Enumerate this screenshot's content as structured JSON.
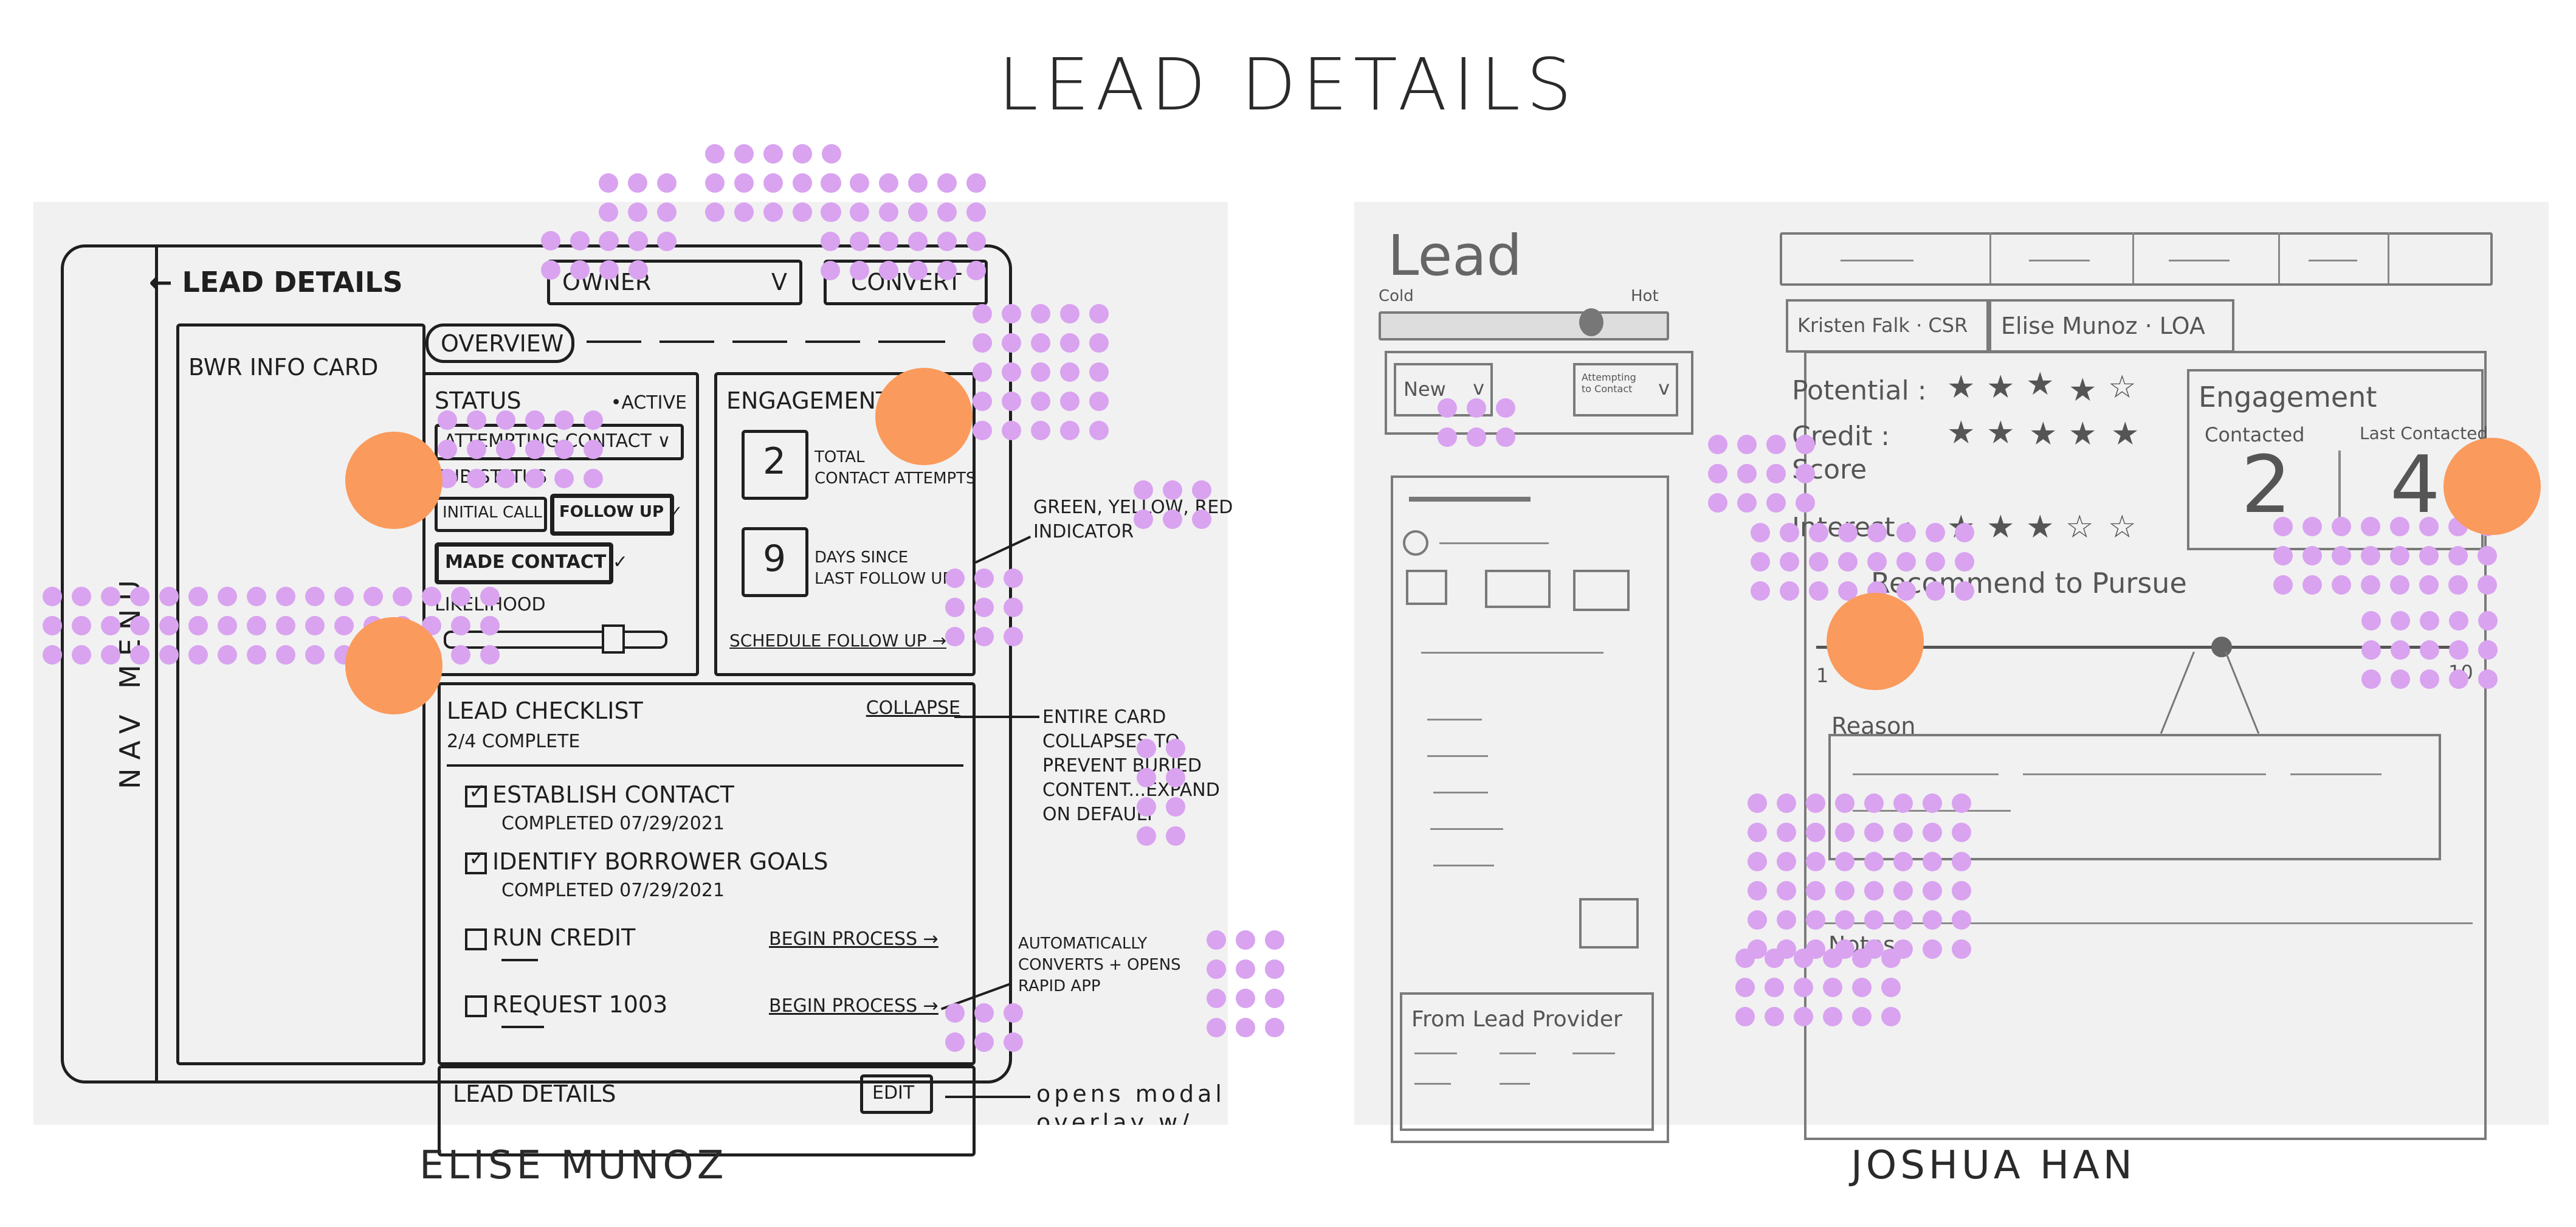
{
  "page_title": "LEAD DETAILS",
  "captions": {
    "left": "ELISE MUNOZ",
    "right": "JOSHUA HAN"
  },
  "left_sketch": {
    "nav_menu": "NAV MENU",
    "header": {
      "back_title": "← LEAD DETAILS",
      "owner": "OWNER",
      "owner_chevron": "V",
      "convert": "CONVERT"
    },
    "bwr_info_card": "BWR INFO CARD",
    "overview_tab": "OVERVIEW",
    "status": {
      "label": "STATUS",
      "badge": "•ACTIVE",
      "select": "ATTEMPTING CONTACT ∨",
      "sub_status": "SUB-STATUS",
      "chips": [
        "INITIAL CALL",
        "FOLLOW UP ✓",
        "MADE CONTACT ✓"
      ],
      "likelihood": "LIKELIHOOD"
    },
    "engagements": {
      "label": "ENGAGEMENTS",
      "total_value": "2",
      "total_label_1": "TOTAL",
      "total_label_2": "CONTACT ATTEMPTS",
      "days_value": "9",
      "days_label_1": "DAYS SINCE",
      "days_label_2": "LAST FOLLOW UP",
      "schedule": "SCHEDULE FOLLOW UP →"
    },
    "checklist": {
      "title": "LEAD CHECKLIST",
      "progress": "2/4 COMPLETE",
      "collapse": "COLLAPSE",
      "items": [
        {
          "label": "ESTABLISH CONTACT",
          "sub": "COMPLETED 07/29/2021",
          "checked": true
        },
        {
          "label": "IDENTIFY BORROWER GOALS",
          "sub": "COMPLETED 07/29/2021",
          "checked": true
        },
        {
          "label": "RUN CREDIT",
          "action": "BEGIN PROCESS →",
          "checked": false
        },
        {
          "label": "REQUEST 1003",
          "action": "BEGIN PROCESS →",
          "checked": false
        }
      ]
    },
    "lead_details": {
      "title": "LEAD DETAILS",
      "edit": "EDIT"
    },
    "annotations": {
      "indicator_1": "GREEN, YELLOW, RED",
      "indicator_2": "INDICATOR",
      "collapse_1": "ENTIRE CARD",
      "collapse_2": "COLLAPSES TO",
      "collapse_3": "PREVENT BURIED",
      "collapse_4": "CONTENT...EXPAND",
      "collapse_5": "ON DEFAULT",
      "auto_1": "AUTOMATICALLY",
      "auto_2": "CONVERTS + OPENS",
      "auto_3": "RAPID APP",
      "modal_1": "opens modal",
      "modal_2": "overlay w/"
    }
  },
  "right_sketch": {
    "lead": "Lead",
    "cold": "Cold",
    "hot": "Hot",
    "new_select": "New",
    "chevron": "v",
    "attempting_select": "Attempting to Contact",
    "from_provider": "From Lead Provider",
    "tabs": [
      "Kristen Falk · CSR",
      "Elise Munoz · LOA"
    ],
    "ratings": [
      {
        "label": "Potential :",
        "stars": 5,
        "filled": 4
      },
      {
        "label": "Credit :",
        "stars": 5,
        "filled": 5
      },
      {
        "label": "Score",
        "stars": 0,
        "filled": 0
      },
      {
        "label": "Interest :",
        "stars": 5,
        "filled": 3
      }
    ],
    "engagement": {
      "title": "Engagement",
      "contacted": "Contacted",
      "last_contacted": "Last Contacted",
      "contacted_value": "2",
      "last_value": "4"
    },
    "recommend": "Recommend to Pursue",
    "scale_min": "1",
    "scale_max": "10",
    "reason": "Reason",
    "notes": "Notes"
  },
  "colors": {
    "heat_orange": "#fa9a5c",
    "heat_purple": "#d9a3f0",
    "paper": "#f1f1f1",
    "ink": "#1f1f1f"
  }
}
